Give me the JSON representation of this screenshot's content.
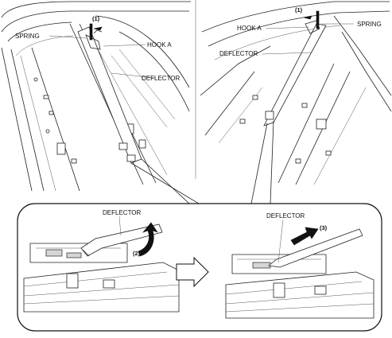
{
  "labels": {
    "spring_left": "SPRING",
    "hook_a_left": "HOOK A",
    "deflector_left": "DEFLECTOR",
    "step1_left": "(1)",
    "step1_right": "(1)",
    "hook_a_right": "HOOK A",
    "spring_right": "SPRING",
    "deflector_right": "DEFLECTOR",
    "deflector_detail_left": "DEFLECTOR",
    "step2": "(2)",
    "deflector_detail_right": "DEFLECTOR",
    "step3": "(3)"
  },
  "icons": {
    "transition_arrow": "hollow-right-arrow-icon",
    "lift_arrow": "curved-up-arrow-icon",
    "pull_arrow": "solid-up-right-arrow-icon"
  }
}
